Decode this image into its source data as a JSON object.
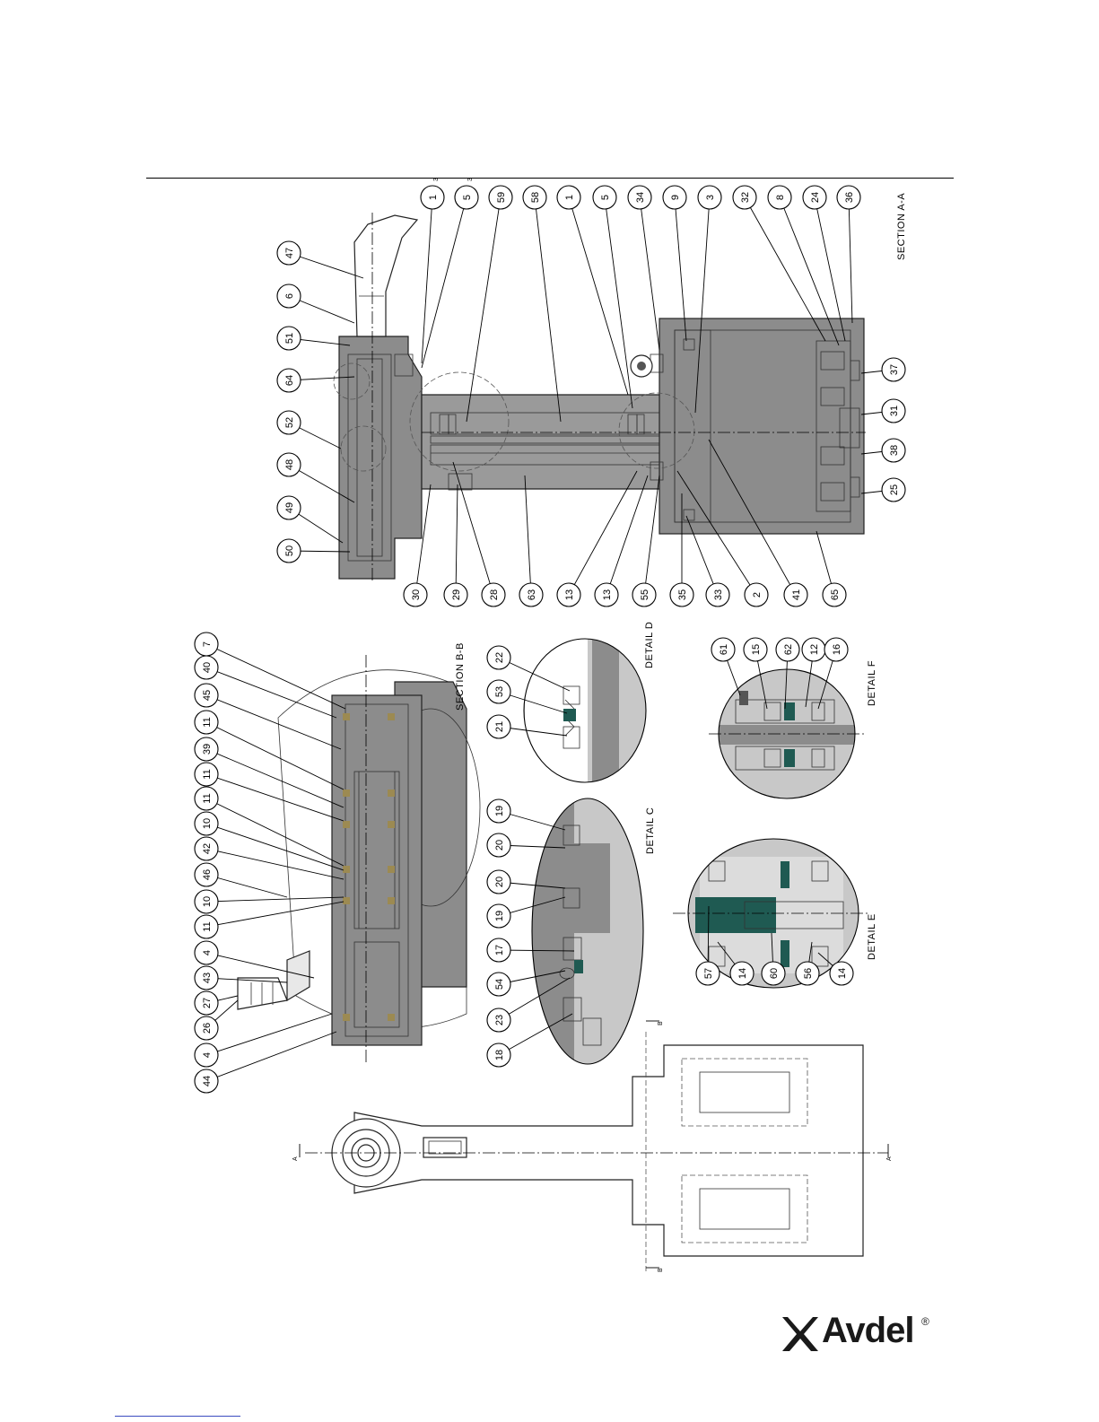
{
  "document": {
    "captions": {
      "section_aa": "SECTION A-A",
      "section_bb": "SECTION B-B",
      "detail_c": "DETAIL C",
      "detail_d": "DETAIL D",
      "detail_e": "DETAIL E",
      "detail_f": "DETAIL F"
    },
    "section_marks": {
      "a_left": "A",
      "a_right": "A",
      "b_top": "B",
      "b_bottom": "B"
    },
    "section_aa_balloons": {
      "top_row": [
        "47",
        "6",
        "51",
        "64",
        "52",
        "48",
        "49",
        "50"
      ],
      "right_column": [
        "1",
        "5",
        "59",
        "58",
        "1",
        "5",
        "34",
        "9",
        "3",
        "32",
        "8",
        "24",
        "36"
      ],
      "bottom_row": [
        "30",
        "29",
        "28",
        "63",
        "13",
        "13",
        "55",
        "35",
        "33",
        "2",
        "41",
        "65"
      ],
      "inline": [
        "37",
        "31",
        "38",
        "25"
      ],
      "superscript_marks": [
        "3",
        "3"
      ]
    },
    "section_bb_balloons": {
      "top_row": [
        "7",
        "40",
        "45",
        "11",
        "39",
        "11",
        "11",
        "10",
        "42",
        "46",
        "10",
        "11",
        "4",
        "43",
        "27",
        "26",
        "4",
        "44"
      ]
    },
    "detail_c_balloons": [
      "19",
      "20",
      "20",
      "19",
      "17",
      "54",
      "23",
      "18"
    ],
    "detail_d_balloons": [
      "22",
      "53",
      "21"
    ],
    "detail_e_balloons": [
      "57",
      "14",
      "60",
      "56",
      "14"
    ],
    "detail_f_balloons": [
      "61",
      "15",
      "62",
      "12",
      "16"
    ],
    "brand": {
      "name": "Avdel",
      "registered": "®"
    },
    "colors": {
      "section_gray": "#8c8c8c",
      "seal_tan": "#9c8a52",
      "seal_green": "#1f5a52",
      "line": "#000000"
    }
  }
}
